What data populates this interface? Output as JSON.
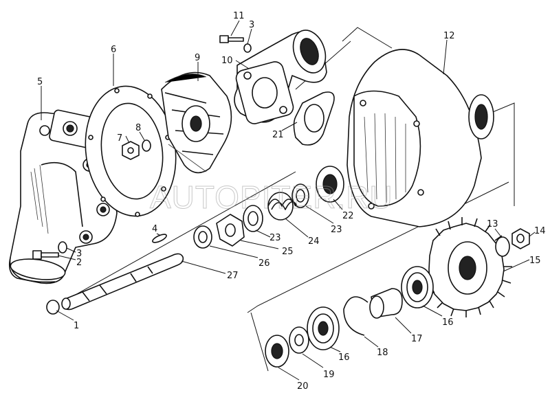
{
  "watermark": "AUTOPITER.RU",
  "callouts": [
    "1",
    "2",
    "3",
    "3",
    "4",
    "5",
    "6",
    "7",
    "8",
    "9",
    "10",
    "11",
    "12",
    "13",
    "14",
    "15",
    "16",
    "16",
    "17",
    "18",
    "19",
    "20",
    "21",
    "22",
    "23",
    "23",
    "24",
    "25",
    "26",
    "27"
  ],
  "colors": {
    "ink": "#111111",
    "paper": "#ffffff",
    "watermark": "#9a9a9a"
  }
}
